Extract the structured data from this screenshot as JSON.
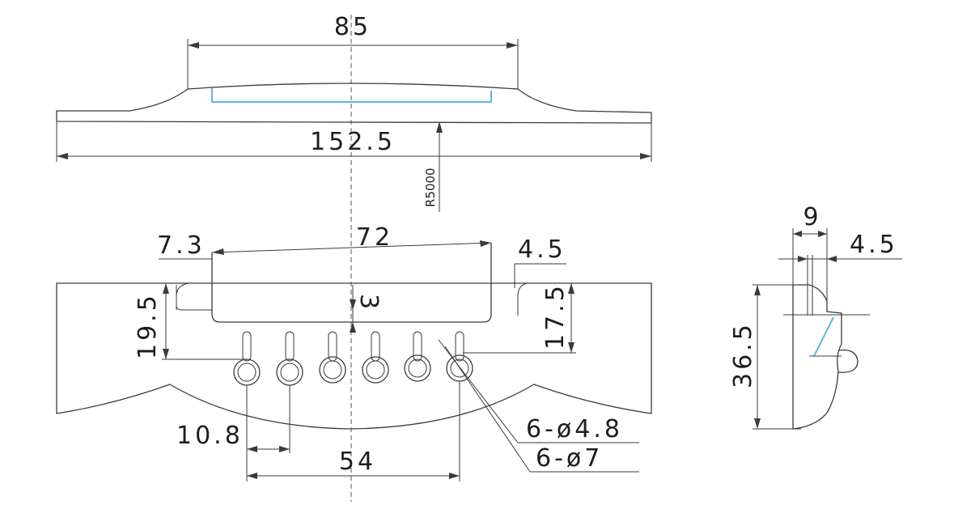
{
  "dimensions": {
    "saddle_length": "85",
    "overall_length": "152.5",
    "radius": "R5000",
    "pin_span_top": "72",
    "edge_offset_left": "7.3",
    "edge_offset_right": "4.5",
    "height_left": "19.5",
    "height_right": "17.5",
    "slot_depth": "3",
    "pin_spacing": "10.8",
    "pin_span": "54",
    "hole_small": "6-ø4.8",
    "hole_large": "6-ø7",
    "side_width": "9",
    "side_slot": "4.5",
    "side_height": "36.5"
  },
  "colors": {
    "lines": "#3a3a3a",
    "saddle_slot": "#5ab8e8"
  }
}
